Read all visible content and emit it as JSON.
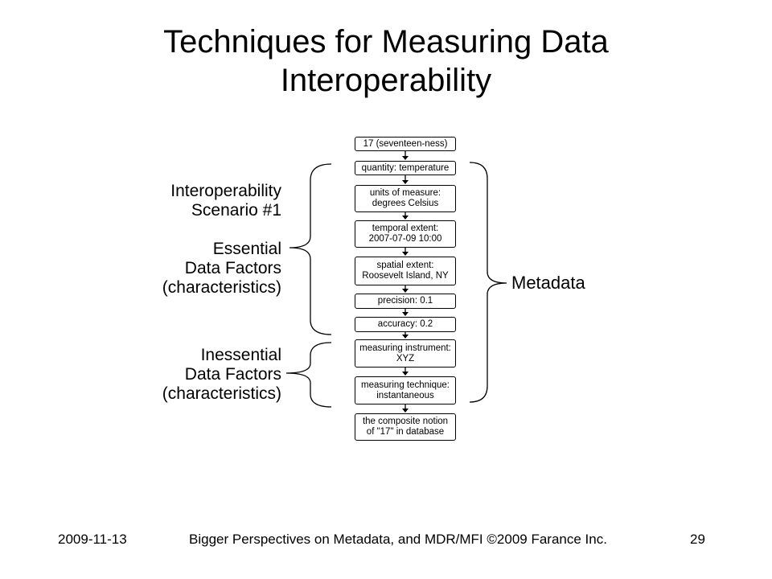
{
  "slide": {
    "title_line1": "Techniques for Measuring Data",
    "title_line2": "Interoperability"
  },
  "labels": {
    "scenario_line1": "Interoperability",
    "scenario_line2": "Scenario #1",
    "essential_line1": "Essential",
    "essential_line2": "Data Factors",
    "essential_line3": "(characteristics)",
    "inessential_line1": "Inessential",
    "inessential_line2": "Data Factors",
    "inessential_line3": "(characteristics)",
    "metadata": "Metadata"
  },
  "boxes": [
    {
      "line1": "17 (seventeen-ness)",
      "line2": ""
    },
    {
      "line1": "quantity: temperature",
      "line2": ""
    },
    {
      "line1": "units of measure:",
      "line2": "degrees Celsius"
    },
    {
      "line1": "temporal extent:",
      "line2": "2007-07-09 10:00"
    },
    {
      "line1": "spatial extent:",
      "line2": "Roosevelt Island, NY"
    },
    {
      "line1": "precision: 0.1",
      "line2": ""
    },
    {
      "line1": "accuracy: 0.2",
      "line2": ""
    },
    {
      "line1": "measuring instrument:",
      "line2": "XYZ"
    },
    {
      "line1": "measuring technique:",
      "line2": "instantaneous"
    },
    {
      "line1": "the composite notion",
      "line2": "of \"17\" in database"
    }
  ],
  "footer": {
    "date": "2009-11-13",
    "center": "Bigger Perspectives on Metadata, and MDR/MFI ©2009 Farance Inc.",
    "page": "29"
  }
}
